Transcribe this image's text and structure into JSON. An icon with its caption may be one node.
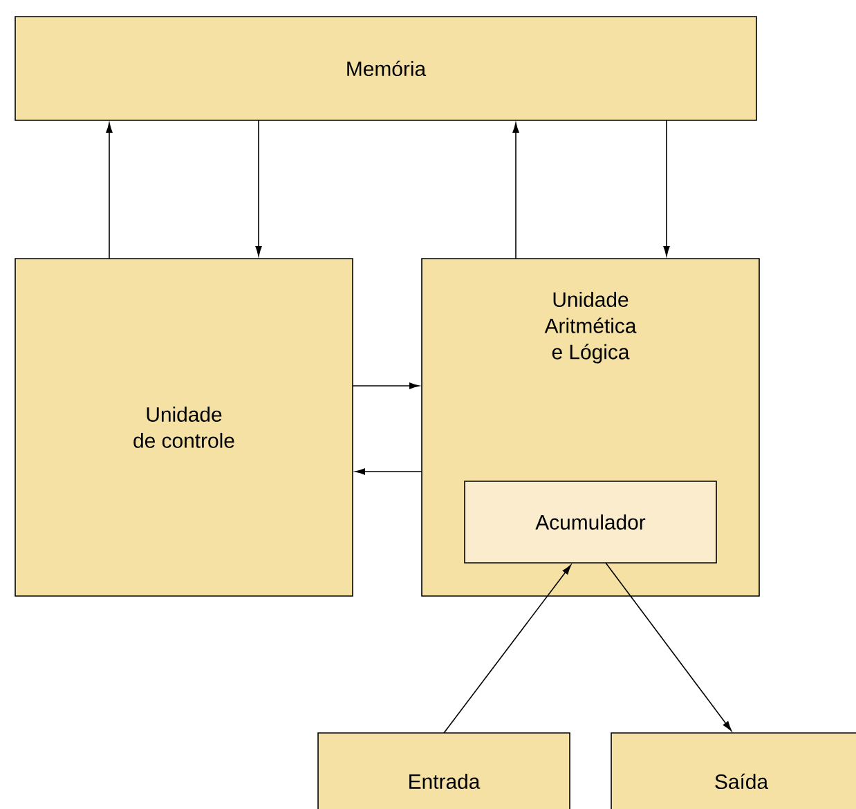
{
  "diagram": {
    "nodes": [
      {
        "text": [
          "Memória"
        ]
      },
      {
        "text": [
          "Unidade de controle"
        ]
      },
      {
        "text": [
          "Unidade Aritmética e Lógica"
        ]
      },
      {
        "text": [
          "Acumulador"
        ],
        "in": 2
      },
      {
        "text": [
          "Entrada"
        ]
      },
      {
        "text": [
          "Saída"
        ]
      }
    ],
    "edges": [
      {
        "from": 1,
        "to": 0,
        "arrow": "to"
      },
      {
        "from": 0,
        "to": 1,
        "arrow": "to"
      },
      {
        "from": 2,
        "to": 0,
        "arrow": "to"
      },
      {
        "from": 0,
        "to": 2,
        "arrow": "to"
      },
      {
        "from": 1,
        "to": 2,
        "arrow": "to"
      },
      {
        "from": 2,
        "to": 1,
        "arrow": "to"
      },
      {
        "from": 4,
        "to": 3,
        "arrow": "to"
      },
      {
        "from": 3,
        "to": 5,
        "arrow": "to"
      }
    ]
  }
}
